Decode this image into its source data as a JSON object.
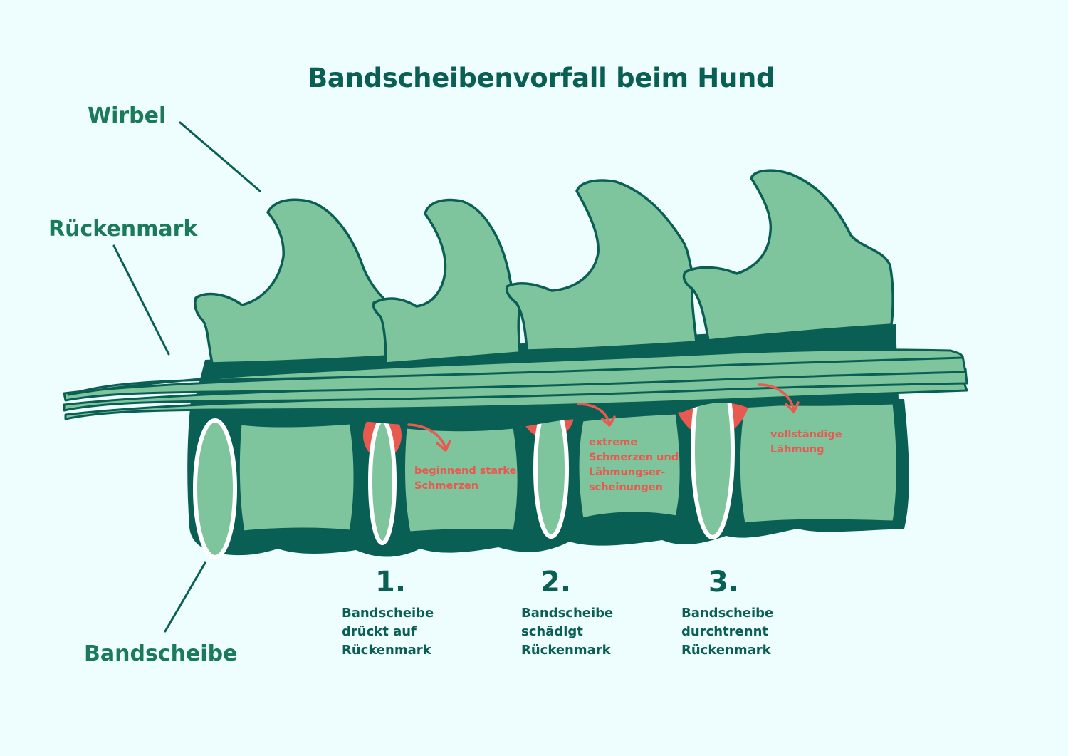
{
  "title": "Bandscheibenvorfall beim Hund",
  "labels": {
    "vertebra": "Wirbel",
    "spinal_cord": "Rückenmark",
    "disc": "Bandscheibe"
  },
  "stages": [
    {
      "number": "1.",
      "caption": "Bandscheibe\ndrückt auf\nRückenmark",
      "symptom": "beginnend starke\nSchmerzen"
    },
    {
      "number": "2.",
      "caption": "Bandscheibe\nschädigt\n Rückenmark",
      "symptom": "extreme\nSchmerzen und\nLähmungser-\nscheinungen"
    },
    {
      "number": "3.",
      "caption": "Bandscheibe\ndurchtrennt\nRückenmark",
      "symptom": "vollständige\nLähmung"
    }
  ],
  "colors": {
    "background": "#eefdfd",
    "bone": "#7ec49c",
    "outline": "#0a5f55",
    "label_text": "#1a7a5a",
    "herniation": "#e85a50",
    "disc_ring": "#ffffff"
  }
}
